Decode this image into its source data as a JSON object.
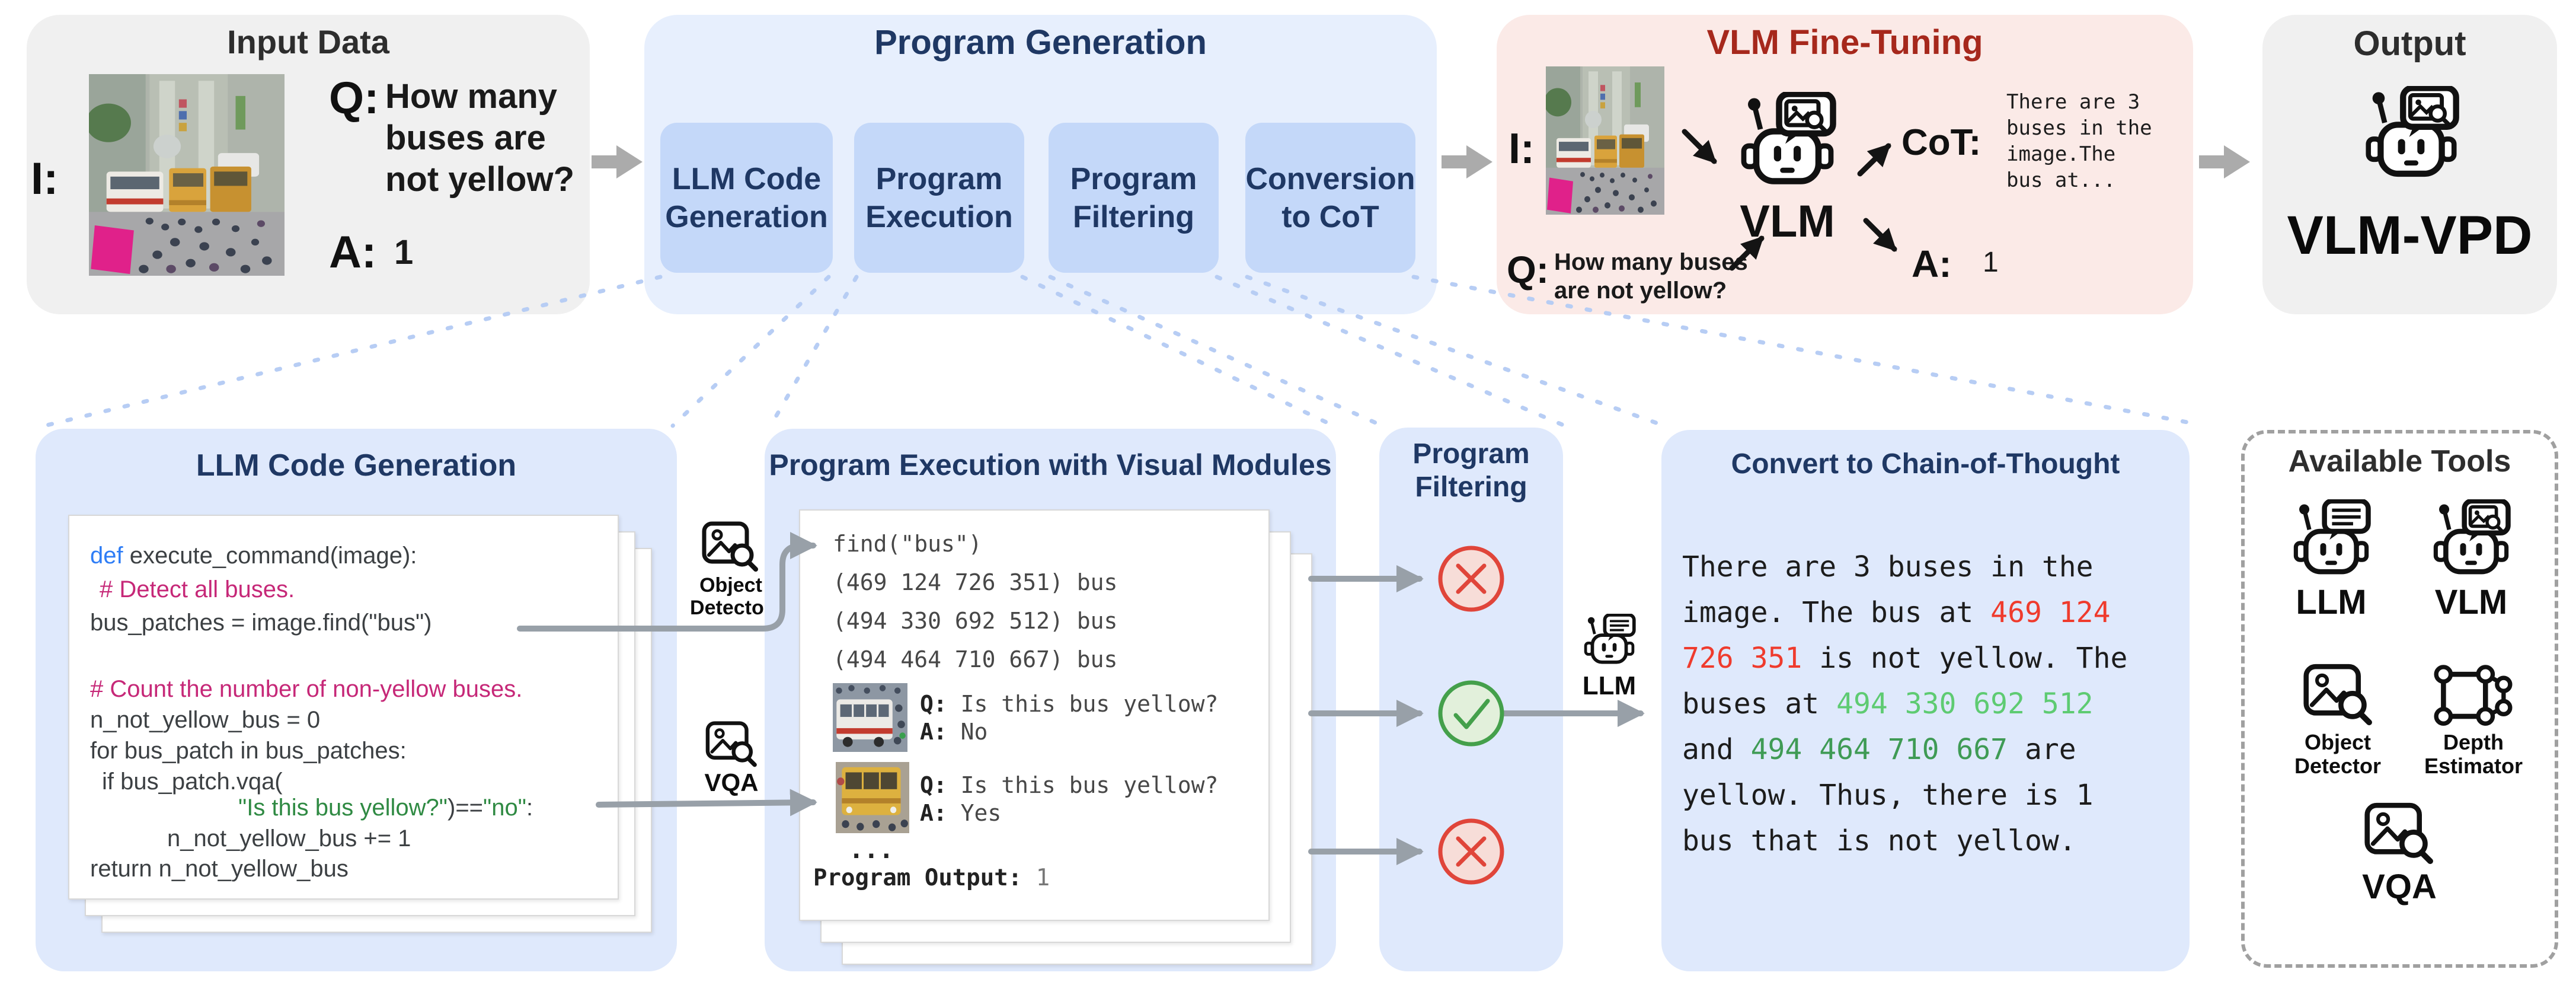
{
  "top": {
    "input_data": {
      "title": "Input Data",
      "i_label": "I:",
      "q_label": "Q:",
      "q_lines": [
        "How many",
        "buses are",
        "not yellow?"
      ],
      "a_label": "A:",
      "a_value": "1"
    },
    "program_generation": {
      "title": "Program Generation",
      "steps": [
        {
          "line1": "LLM Code",
          "line2": "Generation"
        },
        {
          "line1": "Program",
          "line2": "Execution"
        },
        {
          "line1": "Program",
          "line2": "Filtering"
        },
        {
          "line1": "Conversion",
          "line2": "to CoT"
        }
      ]
    },
    "vlm_fine_tuning": {
      "title": "VLM Fine-Tuning",
      "i_label": "I:",
      "q_label": "Q:",
      "q_lines": [
        "How many buses",
        "are not yellow?"
      ],
      "model_label": "VLM",
      "cot_label": "CoT:",
      "cot_lines": [
        "There are 3",
        "buses in the",
        "image.The",
        "bus at..."
      ],
      "a_label": "A:",
      "a_value": "1"
    },
    "output": {
      "title": "Output",
      "model_name": "VLM-VPD"
    }
  },
  "bottom": {
    "code_gen": {
      "title": "LLM Code Generation",
      "code": {
        "l1_kw": "def",
        "l1_rest": " execute_command(image):",
        "l2": "# Detect all buses.",
        "l3": "bus_patches = image.find(\"bus\")",
        "l4": "# Count the number of non-yellow buses.",
        "l5": "n_not_yellow_bus = 0",
        "l6": "for bus_patch in bus_patches:",
        "l7": "if bus_patch.vqa(",
        "l8_str1": "\"Is this bus yellow?\"",
        "l8_mid": ")==",
        "l8_str2": "\"no\"",
        "l8_end": ":",
        "l9": "n_not_yellow_bus += 1",
        "l10": "return n_not_yellow_bus"
      }
    },
    "modules": {
      "object_detector_line1": "Object",
      "object_detector_line2": "Detector",
      "vqa_label": "VQA"
    },
    "execution": {
      "title": "Program Execution with Visual Modules",
      "find_call": "find(\"bus\")",
      "detections": [
        "(469 124 726 351) bus",
        "(494 330 692 512) bus",
        "(494 464 710 667) bus"
      ],
      "qa": [
        {
          "q_label": "Q:",
          "q": "Is this bus yellow?",
          "a_label": "A:",
          "a": "No"
        },
        {
          "q_label": "Q:",
          "q": "Is this bus yellow?",
          "a_label": "A:",
          "a": "Yes"
        }
      ],
      "ellipsis": "...",
      "output_label": "Program Output:",
      "output_value": "1"
    },
    "filtering": {
      "title_line1": "Program",
      "title_line2": "Filtering",
      "llm_label": "LLM"
    },
    "cot": {
      "title": "Convert to Chain-of-Thought",
      "l1": "There are 3 buses in the",
      "l2a": "image. The bus at ",
      "l2b": "469 124",
      "l3a": "726 351",
      "l3b": " is not yellow. The",
      "l4a": "buses at ",
      "l4b": "494 330 692 512",
      "l5a": "and ",
      "l5b": "494 464 710 667",
      "l5c": " are",
      "l6": "yellow. Thus, there is 1",
      "l7": "bus that is not yellow."
    },
    "tools": {
      "title": "Available Tools",
      "llm": "LLM",
      "vlm": "VLM",
      "od_line1": "Object",
      "od_line2": "Detector",
      "de_line1": "Depth",
      "de_line2": "Estimator",
      "vqa": "VQA"
    }
  },
  "colors": {
    "navy_title": "#1f3864",
    "red_title": "#a6281c",
    "outer_blue": "#e7effd",
    "sub_blue": "#c4d8f9",
    "bottom_blue": "#dfe9fc",
    "gray_panel": "#f0f0f0",
    "pink_panel": "#fbeae7",
    "code_keyword": "#2e7df6",
    "code_comment": "#c62878",
    "code_string": "#2f8a43",
    "cot_red": "#ef3b2d",
    "cot_green_light": "#5ecb72",
    "cot_green_dark": "#3f9b55",
    "cross_red": "#e0453a",
    "check_green": "#44a04b",
    "connector_gray": "#98a0a8",
    "dash_blue": "#b7cdf4"
  }
}
